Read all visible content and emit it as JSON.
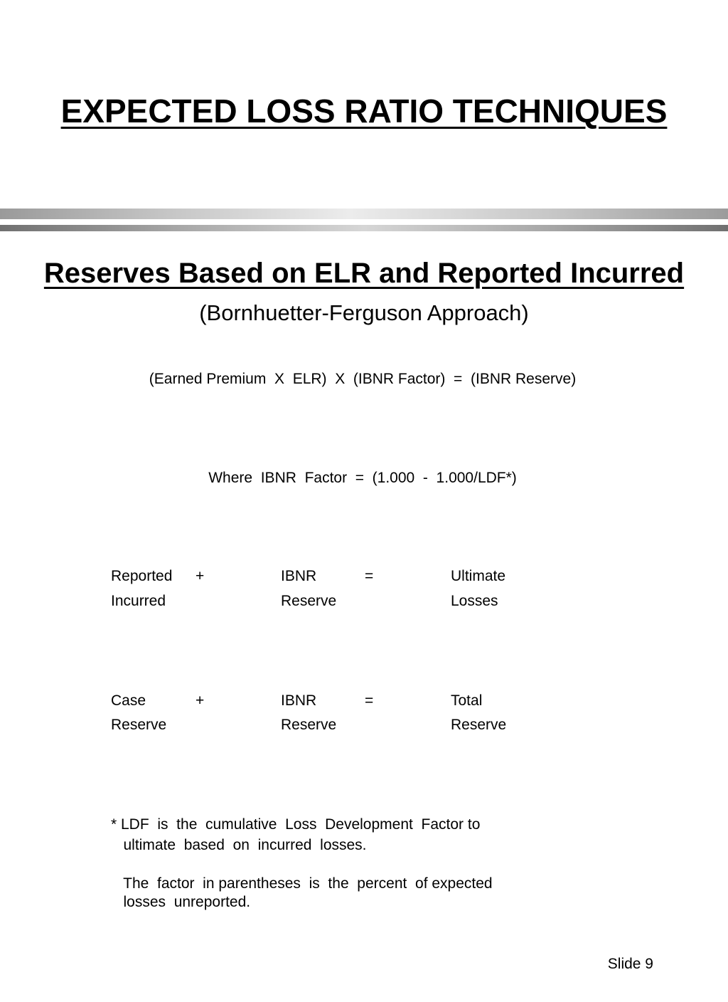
{
  "title": "EXPECTED LOSS RATIO TECHNIQUES",
  "section": {
    "title": "Reserves Based on ELR and Reported Incurred",
    "subtitle": "(Bornhuetter-Ferguson Approach)"
  },
  "formula": "(Earned Premium  X  ELR)  X  (IBNR Factor)  =  (IBNR Reserve)",
  "where_clause": "Where  IBNR  Factor  =  (1.000  -  1.000/LDF*)",
  "equations": [
    {
      "left_line1": "Reported",
      "left_line2": "Incurred",
      "operator": "+",
      "middle_line1": "IBNR",
      "middle_line2": "Reserve",
      "equals": "=",
      "right_line1": "Ultimate",
      "right_line2": "Losses"
    },
    {
      "left_line1": "Case",
      "left_line2": "Reserve",
      "operator": "+",
      "middle_line1": "IBNR",
      "middle_line2": "Reserve",
      "equals": "=",
      "right_line1": "Total",
      "right_line2": "Reserve"
    }
  ],
  "footnote": {
    "line1": "* LDF  is  the  cumulative  Loss  Development  Factor to",
    "line2": "   ultimate  based  on  incurred  losses.",
    "line3": "   The  factor  in parentheses  is  the  percent  of expected",
    "line4": "   losses  unreported."
  },
  "slide_number": "Slide 9"
}
